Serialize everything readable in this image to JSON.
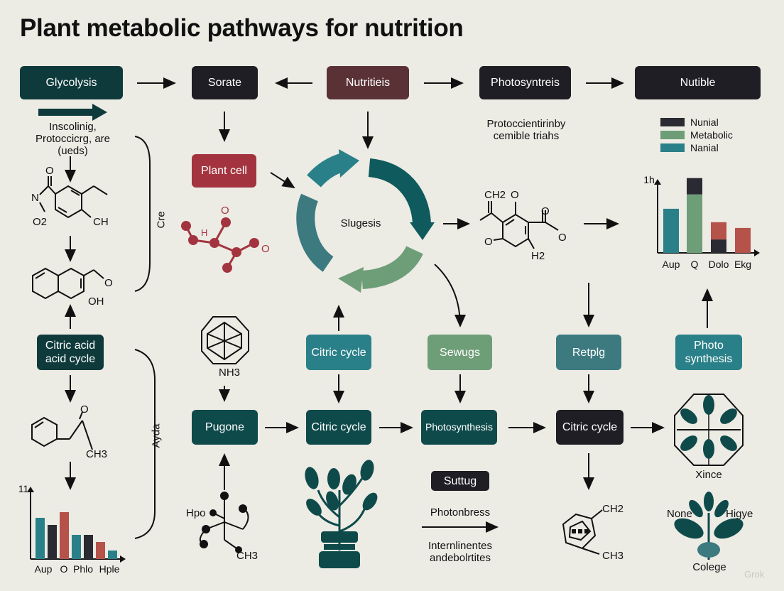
{
  "title": "Plant metabolic pathways for nutrition",
  "boxes": {
    "glycolysis": "Glycolysis",
    "sorate": "Sorate",
    "nutritieis": "Nutritieis",
    "photosyntreis": "Photosyntreis",
    "nutible": "Nutible",
    "plant_cell": "Plant cell",
    "citric_acid_cycle": "Citric acid acid cycle",
    "citric_cycle_top": "Citric cycle",
    "sewugs": "Sewugs",
    "retplg": "Retplg",
    "photo_synthesis": "Photo synthesis",
    "pugone": "Pugone",
    "citric_cycle_mid": "Citric cycle",
    "photosynthesis": "Photosynthesis",
    "citric_cycle_right": "Citric cycle",
    "suttug": "Suttug"
  },
  "labels": {
    "inscolinig": "Inscolinig, Protoccicrg, are (ueds)",
    "protocc": "Protoccientirinby cemible triahs",
    "cre": "Cre",
    "ayda": "Ayda",
    "sugesis": "Slugesis",
    "nh3": "NH3",
    "hpo": "Hpo",
    "ch3_bottom": "CH3",
    "photonbress": "Photonbress",
    "interm": "Internlinentes andebolrtites",
    "xince": "Xince",
    "none": "None",
    "higye": "Higye",
    "colege": "Colege",
    "watermark": "Grok"
  },
  "chem": {
    "left1_o": "O",
    "left1_n": "N",
    "left1_o2": "O2",
    "left1_ch": "CH",
    "left2_o": "O",
    "left2_oh": "OH",
    "left3_o": "O",
    "left3_ch3": "CH3",
    "red_o1": "O",
    "red_h": "H",
    "red_o2": "O",
    "right_ch2": "CH2",
    "right_o1": "O",
    "right_o2": "O",
    "right_o3": "O",
    "right_o4": "O",
    "right_h2": "H2",
    "br_ch2": "CH2",
    "br_ch3": "CH3"
  },
  "legend": [
    {
      "label": "Nunial",
      "color": "#2a2a32"
    },
    {
      "label": "Metabolic",
      "color": "#6e9e78"
    },
    {
      "label": "Nanial",
      "color": "#2a8088"
    }
  ],
  "chart_data": [
    {
      "type": "bar",
      "ylabel_top": "1h",
      "categories": [
        "Aup",
        "Q",
        "Dolo",
        "Ekg"
      ],
      "series": [
        {
          "values": [
            46,
            0,
            0,
            0
          ],
          "color": "#2a8088"
        },
        {
          "values": [
            0,
            61,
            0,
            0
          ],
          "color": "#6e9e78"
        },
        {
          "values": [
            0,
            17,
            14,
            0
          ],
          "color": "#2a2a32"
        },
        {
          "values": [
            0,
            0,
            18,
            26
          ],
          "color": "#b5524a"
        }
      ]
    },
    {
      "type": "bar",
      "ylabel_top": "11",
      "categories": [
        "Aup",
        "O",
        "Phlo",
        "Hple"
      ],
      "values": [
        58,
        48,
        66,
        34,
        34,
        24,
        12
      ],
      "colors": [
        "#2a8088",
        "#2a2a32",
        "#b5524a",
        "#2a8088",
        "#2a2a32",
        "#b5524a",
        "#2a8088"
      ]
    }
  ]
}
